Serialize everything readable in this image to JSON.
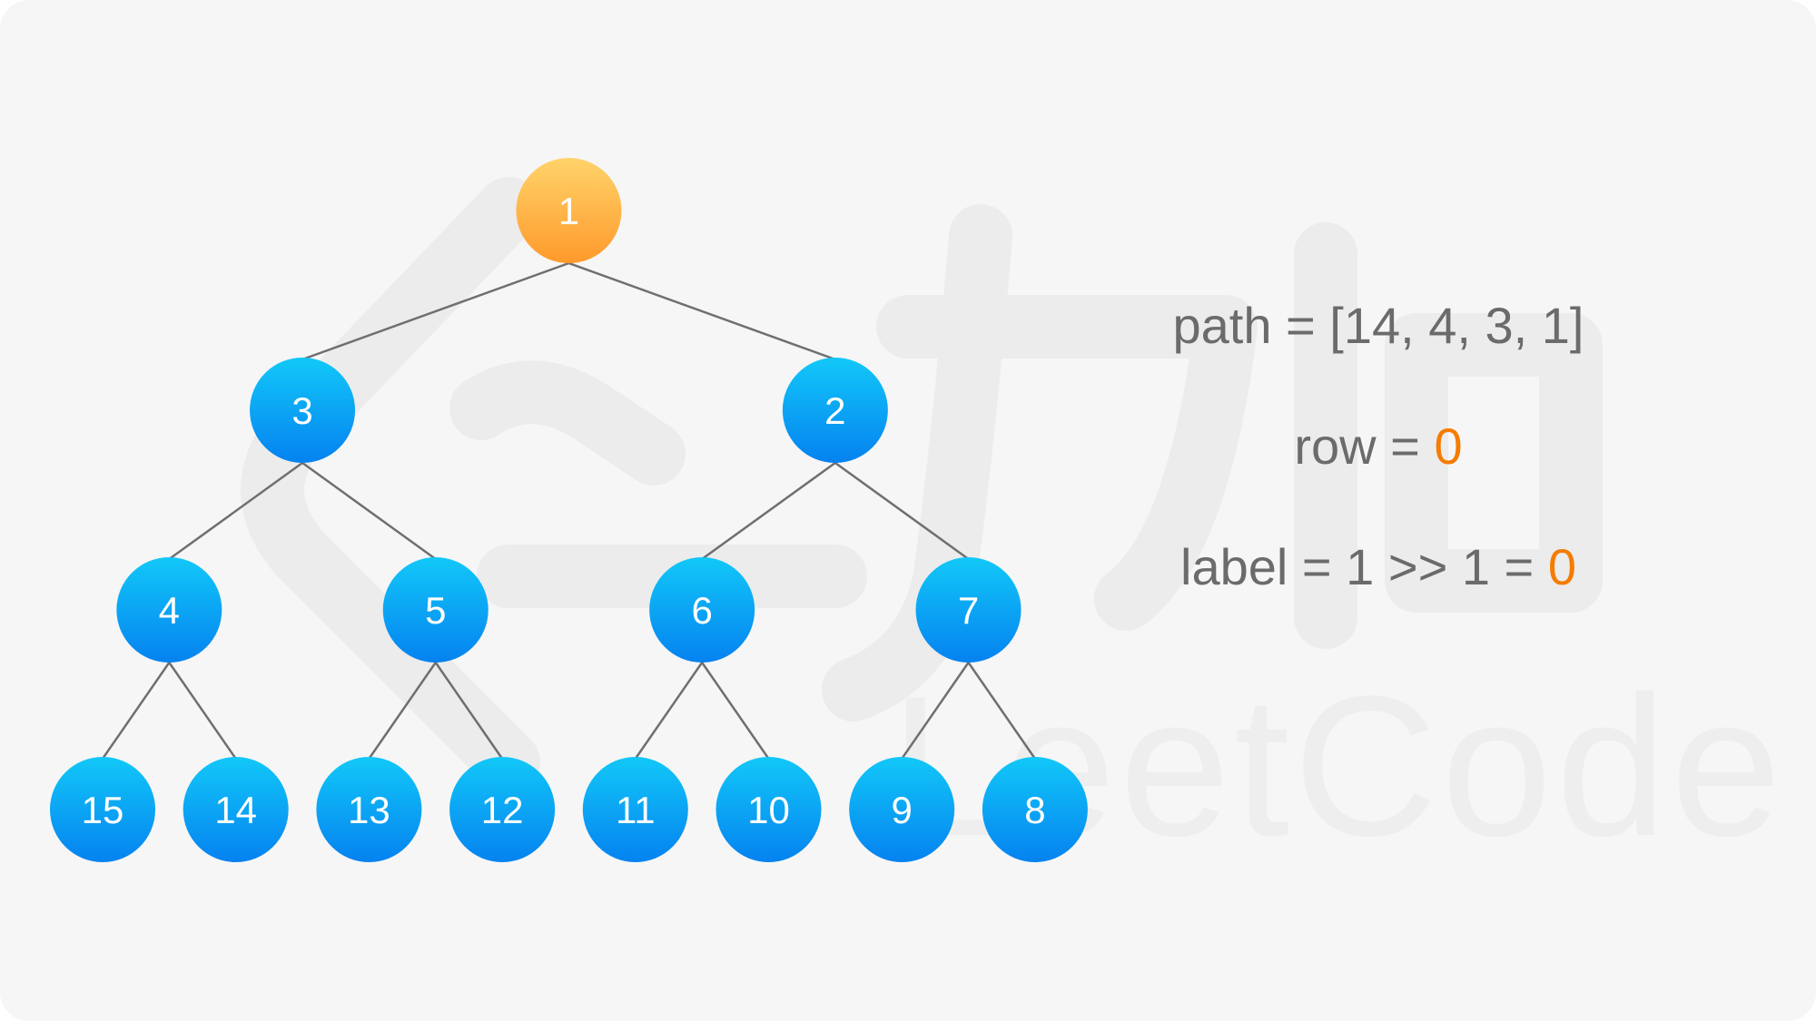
{
  "tree": {
    "root_color": "#ffb648",
    "node_color": "#0a9cf2",
    "edge_color": "#6f6f6f",
    "highlighted": [
      "1"
    ],
    "levels": [
      [
        "1"
      ],
      [
        "3",
        "2"
      ],
      [
        "4",
        "5",
        "6",
        "7"
      ],
      [
        "15",
        "14",
        "13",
        "12",
        "11",
        "10",
        "9",
        "8"
      ]
    ]
  },
  "info": {
    "path_text": "path = [14, 4, 3, 1]",
    "row_prefix": "row = ",
    "row_value": "0",
    "label_prefix": "label = 1 >> 1 = ",
    "label_value": "0",
    "highlight_color": "#f57c00"
  },
  "watermark": {
    "brand": "LeetCode"
  }
}
